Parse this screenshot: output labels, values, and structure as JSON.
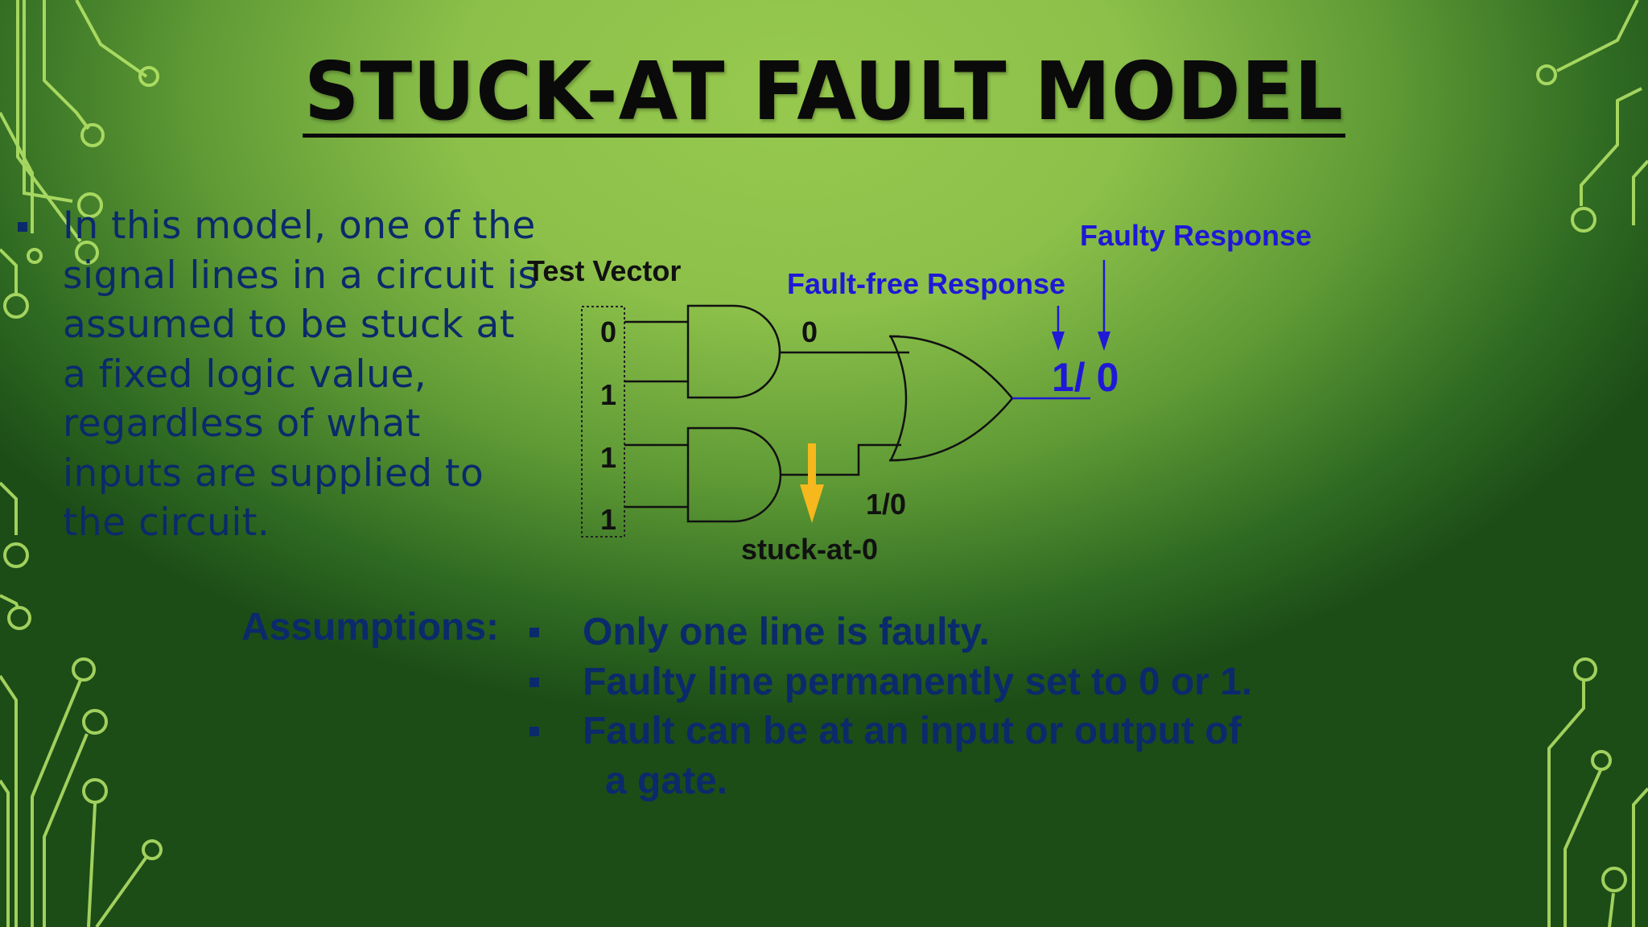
{
  "slide": {
    "title": "STUCK-AT FAULT MODEL",
    "main_text_lines": [
      "In this model, one of the",
      "signal lines in a circuit is",
      "assumed to be stuck at",
      "a fixed logic value,",
      "regardless of what",
      "inputs are supplied to",
      "the circuit."
    ]
  },
  "diagram": {
    "test_vector_label": "Test Vector",
    "inputs": [
      "0",
      "1",
      "1",
      "1"
    ],
    "and1_output": "0",
    "and2_output": "1/0",
    "fault_label": "stuck-at-0",
    "output_value": "1/ 0",
    "fault_free_label": "Fault-free Response",
    "faulty_label": "Faulty Response",
    "colors": {
      "fault_arrow": "#f6b81c",
      "response": "#1f18d6"
    }
  },
  "assumptions": {
    "label": "Assumptions:",
    "items": [
      "Only one line is faulty.",
      "Faulty line permanently set to 0 or 1.",
      "Fault can be at an input or output of"
    ],
    "continuation": "a gate."
  }
}
